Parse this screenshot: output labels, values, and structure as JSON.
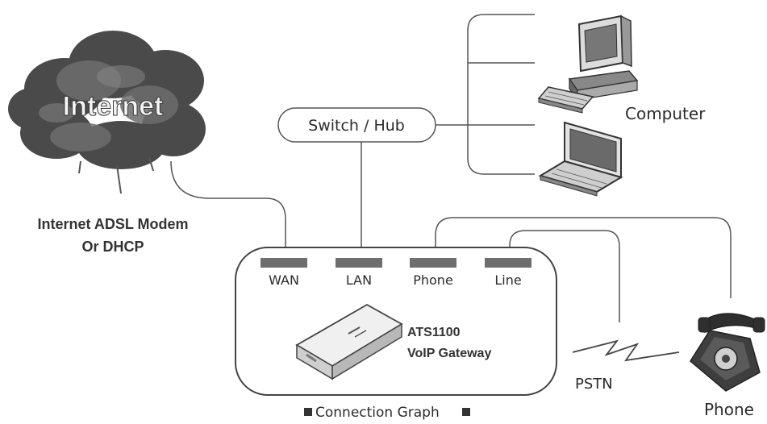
{
  "internet_label": "Internet",
  "modem_label_line1": "Internet ADSL Modem",
  "modem_label_line2": "Or DHCP",
  "switch_label": "Switch / Hub",
  "computer_label": "Computer",
  "ports": {
    "wan": "WAN",
    "lan": "LAN",
    "phone": "Phone",
    "line": "Line"
  },
  "device_name_line1": "ATS1100",
  "device_name_line2": "VoIP Gateway",
  "pstn_label": "PSTN",
  "phone_label": "Phone",
  "caption": "Connection Graph",
  "colors": {
    "line": "#555555",
    "port": "#6e6e6e",
    "cloud_dark": "#4a4a4a",
    "cloud_mid": "#6d6d6d"
  }
}
